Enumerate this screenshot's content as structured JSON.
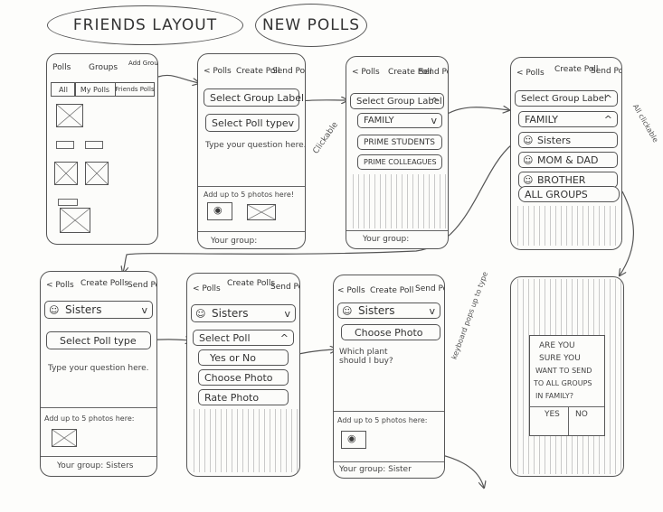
{
  "titles": {
    "flow": "FRIENDS LAYOUT",
    "section": "NEW POLLS"
  },
  "screen1": {
    "nav": [
      "Polls",
      "Groups",
      "Add Group"
    ],
    "tabs": [
      "All",
      "My Polls",
      "Friends Polls"
    ]
  },
  "screen2": {
    "nav": [
      "< Polls",
      "Create Poll",
      "Send Poll"
    ],
    "select_group": "Select Group Label",
    "select_type": "Select Poll type",
    "question": "Type your question here.",
    "add_photos": "Add up to 5 photos here!",
    "your_group": "Your group:"
  },
  "screen3": {
    "nav": [
      "< Polls",
      "Create Poll",
      "Send Poll"
    ],
    "select_group": "Select Group Label",
    "options": [
      "FAMILY",
      "PRIME STUDENTS",
      "PRIME COLLEAGUES"
    ],
    "your_group": "Your group:",
    "note": "Clickable"
  },
  "screen4": {
    "nav": [
      "< Polls",
      "Create Poll",
      "Send Poll"
    ],
    "select_group": "Select Group Label",
    "family": "FAMILY",
    "members": [
      "Sisters",
      "MOM & DAD",
      "BROTHER"
    ],
    "all_groups": "ALL GROUPS",
    "note": "All clickable"
  },
  "screen5": {
    "nav": [
      "< Polls",
      "Create Polls",
      "Send Poll"
    ],
    "group": "Sisters",
    "select_type": "Select Poll type",
    "question": "Type your question here.",
    "add_photos": "Add up to 5 photos here:",
    "your_group": "Your group: Sisters"
  },
  "screen6": {
    "nav": [
      "< Polls",
      "Create Polls",
      "Send Poll"
    ],
    "group": "Sisters",
    "select_poll": "Select Poll",
    "options": [
      "Yes or No",
      "Choose Photo",
      "Rate Photo"
    ]
  },
  "screen7": {
    "nav": [
      "< Polls",
      "Create Poll",
      "Send Poll"
    ],
    "group": "Sisters",
    "choose": "Choose Photo",
    "question": "Which plant should I buy?",
    "add_photos": "Add up to 5 photos here:",
    "your_group": "Your group: Sister",
    "note": "keyboard pops up to type"
  },
  "screen8": {
    "confirm": [
      "ARE YOU",
      "SURE YOU",
      "WANT TO SEND",
      "TO ALL GROUPS",
      "IN FAMILY?"
    ],
    "yes": "YES",
    "no": "NO"
  }
}
